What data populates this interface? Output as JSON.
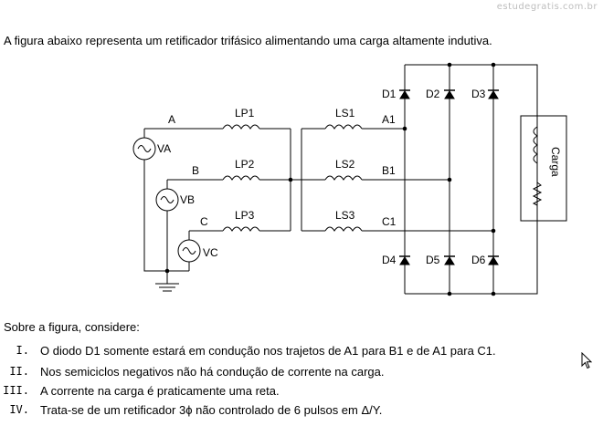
{
  "watermark": "estudegratis.com.br",
  "question": {
    "intro": "A figura abaixo representa um retificador trifásico alimentando uma carga altamente indutiva.",
    "lead": "Sobre a figura, considere:",
    "statements": [
      {
        "numeral": "I.",
        "text": "O diodo D1 somente estará em condução nos trajetos de A1 para B1 e de A1 para C1."
      },
      {
        "numeral": "II.",
        "text": "Nos semiciclos negativos não há condução de corrente na carga."
      },
      {
        "numeral": "III.",
        "text": "A corrente na carga é praticamente uma reta."
      },
      {
        "numeral": "IV.",
        "text": "Trata-se de um retificador 3ϕ não controlado de 6 pulsos em Δ/Y."
      }
    ]
  },
  "circuit": {
    "phases": [
      "A",
      "B",
      "C"
    ],
    "sources": [
      "VA",
      "VB",
      "VC"
    ],
    "line_inductors": [
      "LP1",
      "LP2",
      "LP3"
    ],
    "series_inductors": [
      "LS1",
      "LS2",
      "LS3"
    ],
    "bridge_nodes": [
      "A1",
      "B1",
      "C1"
    ],
    "diodes_top": [
      "D1",
      "D2",
      "D3"
    ],
    "diodes_bottom": [
      "D4",
      "D5",
      "D6"
    ],
    "load_label": "Carga"
  }
}
